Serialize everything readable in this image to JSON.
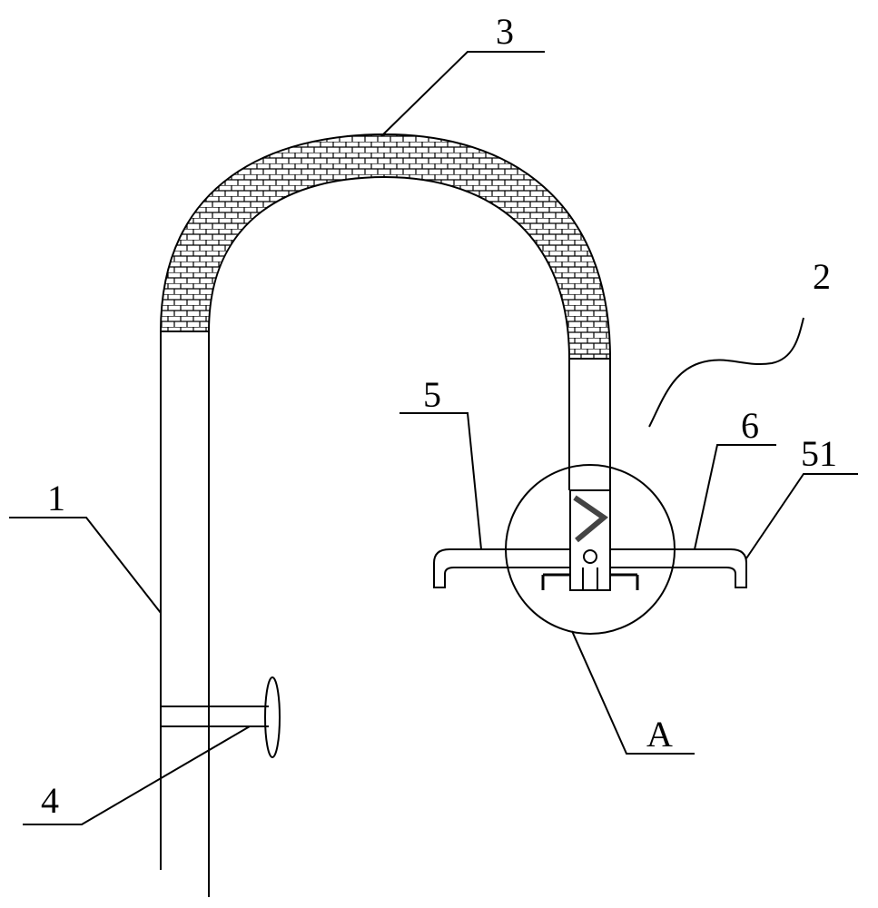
{
  "labels": {
    "pipe": "1",
    "spray_head": "2",
    "hose": "3",
    "valve": "4",
    "plate": "5",
    "plate_edge": "51",
    "cover": "6",
    "detail": "A"
  }
}
